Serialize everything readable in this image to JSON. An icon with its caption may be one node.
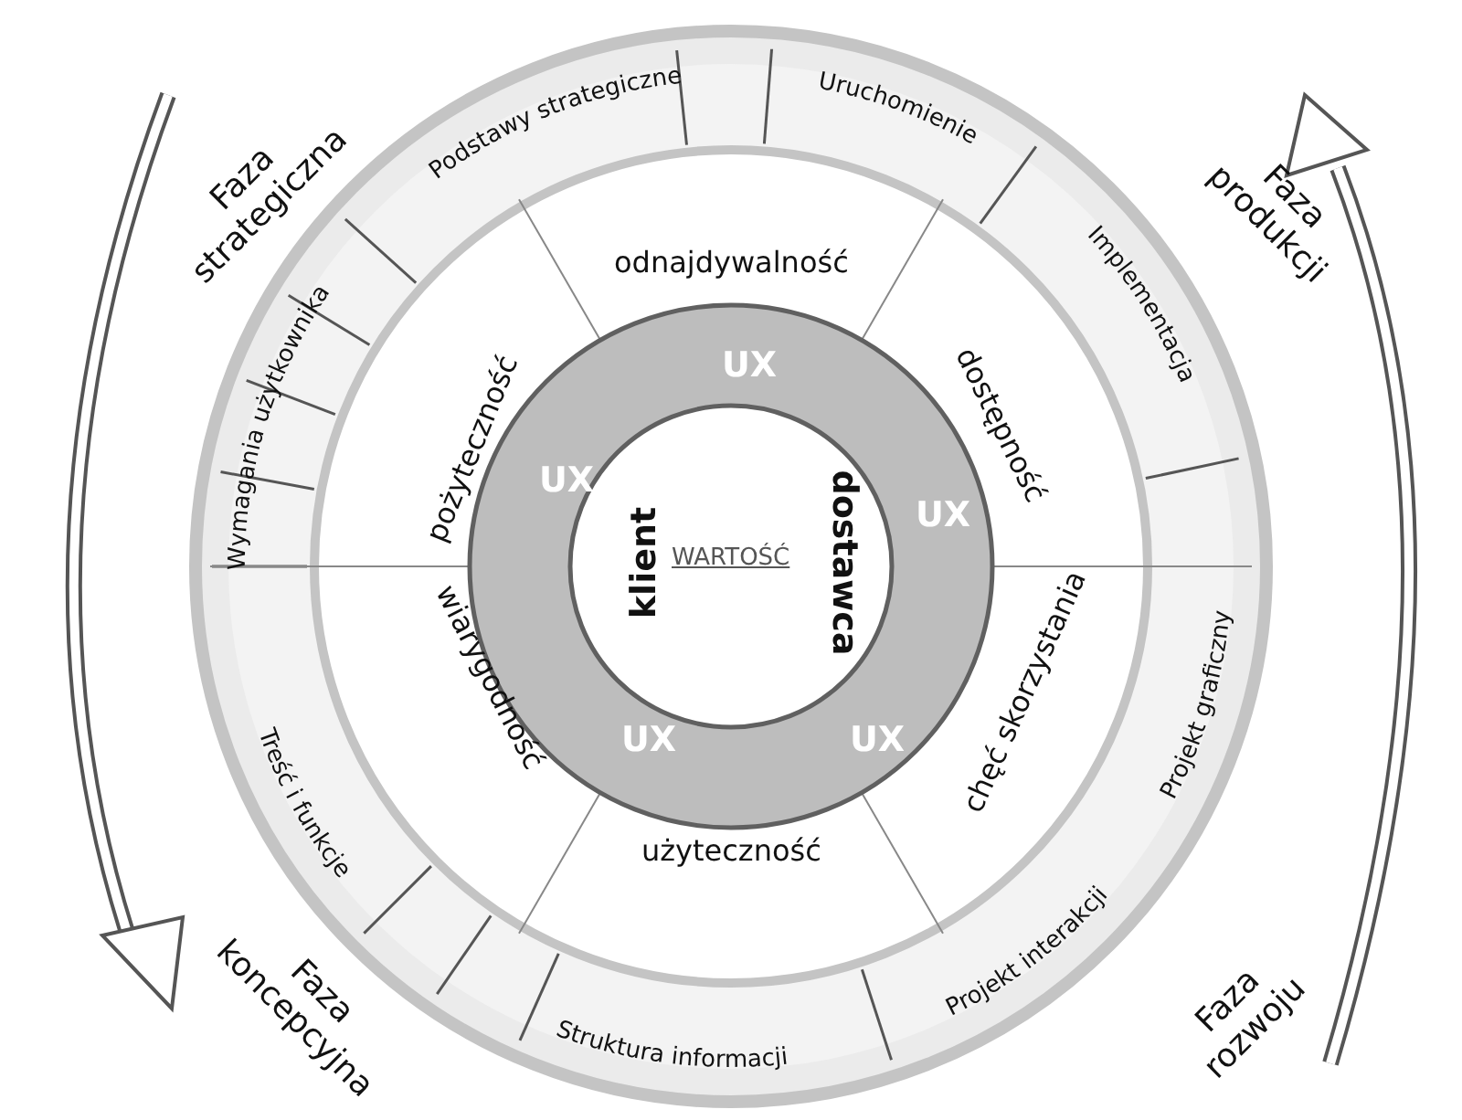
{
  "diagram": {
    "labels": [
      "Faza strategiczna",
      "Podstawy strategiczne",
      "Uruchomienie",
      "Faza produkcji",
      "Implementacja",
      "odnajdywalność",
      "UX",
      "pożyteczność",
      "dostępność",
      "Wymagania użytkownika",
      "UX",
      "klient",
      "WARTOŚĆ",
      "dostawca",
      "UX",
      "Treść i funkcje",
      "wiarygodność",
      "chęć skorzystania",
      "Projekt graficzny",
      "UX",
      "UX",
      "użyteczność",
      "Projekt interakcji",
      "Faza koncepcyjna",
      "Faza rozwoju",
      "Struktura informacji"
    ]
  }
}
